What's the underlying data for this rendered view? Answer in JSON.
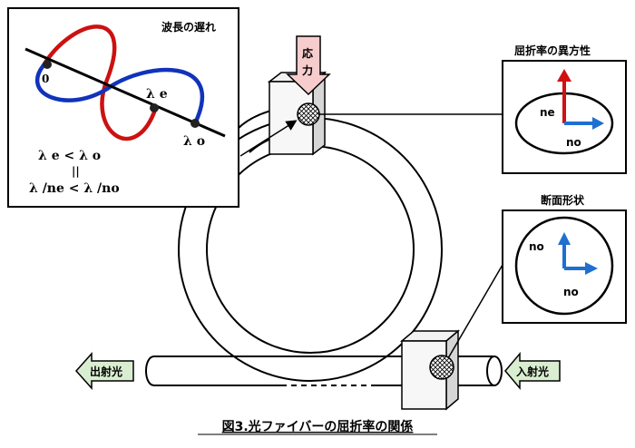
{
  "inset_wave": {
    "title": "波長の遅れ",
    "label_origin": "0",
    "label_lambda_e": "λ e",
    "label_lambda_o": "λ o",
    "relation_line1": "λ e < λ o",
    "relation_line2": "||",
    "relation_line3": "λ /ne < λ /no"
  },
  "stress": {
    "label": "応力"
  },
  "birefringence": {
    "title": "屈折率の異方性",
    "label_ne": "ne",
    "label_no": "no"
  },
  "cross_section": {
    "title": "断面形状",
    "label_no_left": "no",
    "label_no_bottom": "no"
  },
  "output_light": {
    "label": "出射光"
  },
  "input_light": {
    "label": "入射光"
  },
  "caption": "図3.光ファイバーの屈折率の関係",
  "colors": {
    "red": "#cc1111",
    "blue": "#1133bb",
    "arrow_blue": "#1f6fd0",
    "arrow_red": "#d01111",
    "stress_fill": "#f6cccc",
    "light_fill": "#d9eed0"
  }
}
